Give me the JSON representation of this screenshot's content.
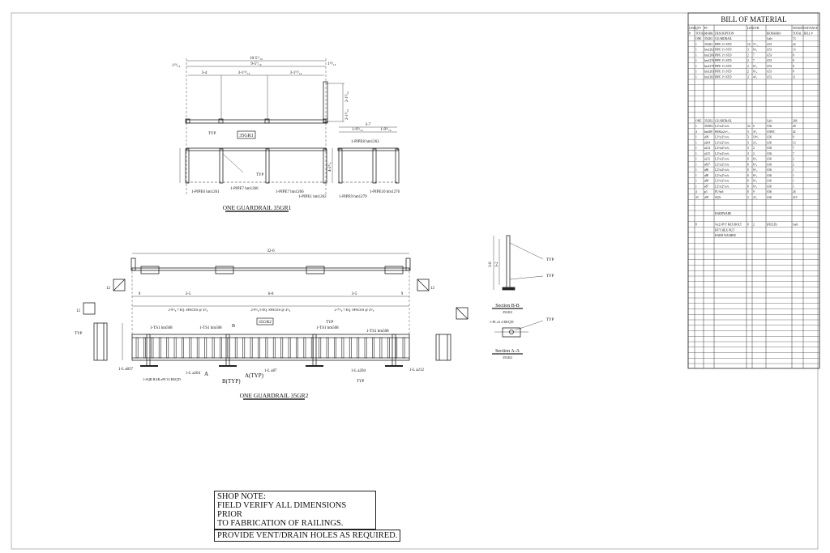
{
  "drawing": {
    "gr1": {
      "title": "ONE GUARDRAIL 35GR1",
      "mark": "35GR1",
      "dims": [
        "10-5⁷/₁₆",
        "9-5⁷/₁₆",
        "3-4",
        "3-1¹⁵/₁₆",
        "3-1¹⁵/₁₆",
        "1¹³/₁₆",
        "1¹³/₁₆",
        "2-1⁵/₁₆",
        "2-1⁵/₁₆",
        "3-7",
        "4-2⁵/₈",
        "1-9⁵/₁₆",
        "1-9⁵/₁₆"
      ],
      "typ": "TYP",
      "callouts": [
        "1-PIPE6 hm1261",
        "1-PIPE7 hm1266",
        "1-PIPE7 hm1266",
        "1-PIPE1 hm1262",
        "1-PIPE8 hm1263",
        "1-PIPE9 hm1279",
        "1-PIPE10 hm1276"
      ]
    },
    "gr2": {
      "title": "ONE GUARDRAIL 35GR2",
      "mark": "35GR2",
      "overall": "32-6",
      "dims": [
        "9",
        "3-5",
        "6-0",
        "3-5",
        "9"
      ],
      "spacing": [
        "2-9⁵/₈ 7 EQ. SPACES @ 4⁵/₈",
        "2-9⁵/₈ 9 EQ. SPACES @ 4⁵/₈",
        "2-7⁵/₈ 7 EQ. SPACES @ 4⁵/₈"
      ],
      "callouts": [
        "1-TS1 hm508",
        "1-TS1 hm508",
        "1-TS1 hm508",
        "1-TS1 hm508",
        "1-L a837",
        "1-L a204",
        "1-L a87",
        "1-L a204",
        "1-L a212",
        "1-SQR BAR a99 33 REQ'D"
      ],
      "section_marks": [
        "A",
        "B(TYP)",
        "A(TYP)",
        "B"
      ],
      "typ": "TYP",
      "box_labels": [
        "12",
        "12",
        "12"
      ]
    },
    "sections": {
      "bb_title": "Section B-B",
      "bb_sub": "35GR2",
      "aa_title": "Section A-A",
      "aa_sub": "35GR2",
      "aa_callout": "1-PL a3 4 REQ'D",
      "dims": [
        "3-6",
        "3-2"
      ],
      "typ": "TYP"
    },
    "shop_note": {
      "lines": [
        "SHOP NOTE:",
        "FIELD VERIFY ALL DIMENSIONS PRIOR",
        "TO FABRICATION OF RAILINGS."
      ],
      "vent": "PROVIDE VENT/DRAIN HOLES AS REQUIRED."
    }
  },
  "bom": {
    "title": "BILL OF MATERIAL",
    "headers1": [
      "LINE",
      "QTY",
      "PC",
      "",
      "LENGTH",
      "",
      "",
      "WEIGHT",
      "ADVANCE"
    ],
    "headers2": [
      "#",
      "TOTAL",
      "MARK",
      "DESCRIPTION",
      "",
      "",
      "REMARKS",
      "TOTAL",
      "BILL #"
    ],
    "rows": [
      {
        "i": 0,
        "c": [
          "",
          "ONE",
          "35GR1",
          "GUARDRAIL",
          "",
          "",
          "Galv",
          "73",
          ""
        ]
      },
      {
        "i": 1,
        "c": [
          "",
          "1",
          "35GR1",
          "PIPE 1½ STD",
          "10",
          "5⁷/₁₆",
          "A53",
          "24",
          ""
        ]
      },
      {
        "i": 2,
        "c": [
          "",
          "1",
          "hm1262",
          "PIPE 1½ STD",
          "3",
          "6⁵/₈",
          "A53",
          "13",
          ""
        ]
      },
      {
        "i": 3,
        "c": [
          "",
          "1",
          "hm1266",
          "PIPE 1½ STD",
          "2",
          "7",
          "A53",
          "8",
          ""
        ]
      },
      {
        "i": 4,
        "c": [
          "",
          "1",
          "hm1276",
          "PIPE 1½ STD",
          "2",
          "7",
          "A53",
          "8",
          ""
        ]
      },
      {
        "i": 5,
        "c": [
          "",
          "1",
          "hm1279",
          "PIPE 1½ STD",
          "2",
          "6⁵/₈",
          "A53",
          "8",
          ""
        ]
      },
      {
        "i": 6,
        "c": [
          "",
          "1",
          "hm1263",
          "PIPE 1½ STD",
          "2",
          "6⁵/₈",
          "A53",
          "8",
          ""
        ]
      },
      {
        "i": 7,
        "c": [
          "",
          "1",
          "hm1261",
          "PIPE 1½ STD",
          "3",
          "4⁵/₈",
          "A53",
          "11",
          ""
        ]
      },
      {
        "i": 15,
        "c": [
          "",
          "ONE",
          "35GR2",
          "GUARDRAIL",
          "",
          "",
          "Galv",
          "268",
          ""
        ]
      },
      {
        "i": 16,
        "c": [
          "",
          "1",
          "35GR2",
          "L2½x2½x¼",
          "32",
          "6",
          "A36",
          "28",
          ""
        ]
      },
      {
        "i": 17,
        "c": [
          "",
          "4",
          "hm508",
          "HSS2x2x³/₁₆",
          "3",
          "4⁵/₈",
          "A500C",
          "42",
          ""
        ]
      },
      {
        "i": 18,
        "c": [
          "",
          "1",
          "a99",
          "L2½x2½x¼",
          "3",
          "10⁵/₈",
          "A36",
          "9",
          ""
        ]
      },
      {
        "i": 19,
        "c": [
          "",
          "1",
          "a204",
          "L2½x2½x¼",
          "3",
          "2⁵/₈",
          "A36",
          "13",
          ""
        ]
      },
      {
        "i": 20,
        "c": [
          "",
          "1",
          "a214",
          "L2½x2½x¼",
          "3",
          "2",
          "A36",
          "7",
          ""
        ]
      },
      {
        "i": 21,
        "c": [
          "",
          "1",
          "a215",
          "L2½x2½x¼",
          "3",
          "2",
          "A36",
          "7",
          ""
        ]
      },
      {
        "i": 22,
        "c": [
          "",
          "1",
          "a212",
          "L2½x2½x¼",
          "0",
          "6⁵/₈",
          "A36",
          "2",
          ""
        ]
      },
      {
        "i": 23,
        "c": [
          "",
          "1",
          "a837",
          "L2½x2½x¼",
          "0",
          "6⁵/₈",
          "A36",
          "2",
          ""
        ]
      },
      {
        "i": 24,
        "c": [
          "",
          "1",
          "a86",
          "L2½x2½x¼",
          "0",
          "6⁵/₈",
          "A36",
          "1",
          ""
        ]
      },
      {
        "i": 25,
        "c": [
          "",
          "1",
          "a88",
          "L2½x2½x¼",
          "0",
          "6⁵/₈",
          "A36",
          "1",
          ""
        ]
      },
      {
        "i": 26,
        "c": [
          "",
          "1",
          "a89",
          "L2½x2½x¼",
          "0",
          "6⁵/₈",
          "A36",
          "1",
          ""
        ]
      },
      {
        "i": 27,
        "c": [
          "",
          "1",
          "a87",
          "L2½x2½x¼",
          "0",
          "6⁵/₈",
          "A36",
          "1",
          ""
        ]
      },
      {
        "i": 28,
        "c": [
          "",
          "4",
          "p3",
          "PL⅜x6",
          "0",
          "9",
          "A36",
          "26",
          ""
        ]
      },
      {
        "i": 29,
        "c": [
          "",
          "33",
          "a99",
          "SQ⅝",
          "3",
          "2⁵/₈",
          "A36",
          "210",
          ""
        ]
      },
      {
        "i": 32,
        "c": [
          "",
          "",
          "",
          "HARDWARE",
          "",
          "",
          "",
          "",
          ""
        ]
      },
      {
        "i": 34,
        "c": [
          "",
          "8",
          "",
          "⅝x2 HVY HEX BOLT",
          "0",
          "2",
          "(FIELD)",
          "Galv",
          ""
        ]
      },
      {
        "i": 35,
        "c": [
          "",
          "",
          "",
          "HVY HEX NUT",
          "",
          "",
          "",
          "",
          ""
        ]
      },
      {
        "i": 36,
        "c": [
          "",
          "",
          "",
          "HARD WASHER",
          "",
          "",
          "",
          "",
          ""
        ]
      }
    ]
  }
}
